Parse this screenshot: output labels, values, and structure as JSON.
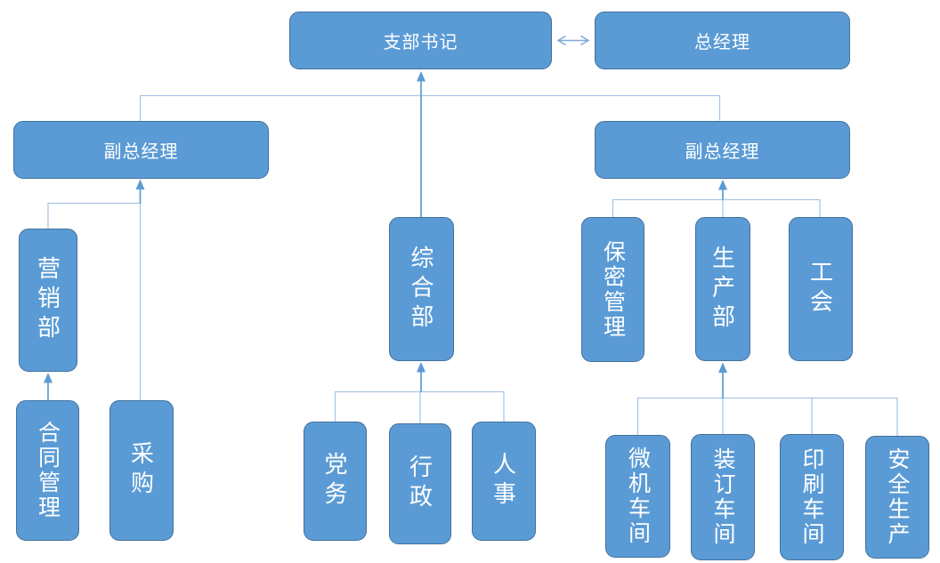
{
  "diagram_type": "org-chart",
  "nodes": {
    "branch_secretary": {
      "label": "支部书记"
    },
    "general_manager": {
      "label": "总经理"
    },
    "deputy_gm_left": {
      "label": "副总经理"
    },
    "deputy_gm_right": {
      "label": "副总经理"
    },
    "general_dept": {
      "label": "综合部"
    },
    "marketing_dept": {
      "label": "营销部"
    },
    "contract_mgmt": {
      "label": "合同管理"
    },
    "procurement": {
      "label": "采购"
    },
    "party_affairs": {
      "label": "党务"
    },
    "administration": {
      "label": "行政"
    },
    "hr": {
      "label": "人事"
    },
    "confidentiality_mgmt": {
      "label": "保密管理"
    },
    "production_dept": {
      "label": "生产部"
    },
    "labor_union": {
      "label": "工会"
    },
    "computer_workshop": {
      "label": "微机车间"
    },
    "binding_workshop": {
      "label": "装订车间"
    },
    "printing_workshop": {
      "label": "印刷车间"
    },
    "safety_production": {
      "label": "安全生产"
    }
  },
  "connections": [
    {
      "from": "branch_secretary",
      "to": "general_manager",
      "type": "bidirectional-arrow"
    },
    {
      "from": "deputy_gm_left",
      "to": "branch_secretary",
      "type": "elbow"
    },
    {
      "from": "deputy_gm_right",
      "to": "branch_secretary",
      "type": "elbow"
    },
    {
      "from": "general_dept",
      "to": "branch_secretary",
      "type": "arrow"
    },
    {
      "from": "marketing_dept",
      "to": "deputy_gm_left",
      "type": "arrow"
    },
    {
      "from": "procurement",
      "to": "deputy_gm_left",
      "type": "arrow"
    },
    {
      "from": "contract_mgmt",
      "to": "marketing_dept",
      "type": "arrow"
    },
    {
      "from": "party_affairs",
      "to": "general_dept",
      "type": "arrow"
    },
    {
      "from": "administration",
      "to": "general_dept",
      "type": "arrow"
    },
    {
      "from": "hr",
      "to": "general_dept",
      "type": "arrow"
    },
    {
      "from": "confidentiality_mgmt",
      "to": "deputy_gm_right",
      "type": "arrow"
    },
    {
      "from": "production_dept",
      "to": "deputy_gm_right",
      "type": "arrow"
    },
    {
      "from": "labor_union",
      "to": "deputy_gm_right",
      "type": "arrow"
    },
    {
      "from": "computer_workshop",
      "to": "production_dept",
      "type": "arrow"
    },
    {
      "from": "binding_workshop",
      "to": "production_dept",
      "type": "arrow"
    },
    {
      "from": "printing_workshop",
      "to": "production_dept",
      "type": "arrow"
    },
    {
      "from": "safety_production",
      "to": "production_dept",
      "type": "arrow"
    }
  ],
  "colors": {
    "node_fill": "#5B9BD5",
    "node_border": "#41719C",
    "node_text": "#FFFFFF",
    "connector_light": "#A9C7E8",
    "connector_strong": "#5B9BD5",
    "double_arrow": "#7FA8D9",
    "background": "#FFFFFF"
  }
}
